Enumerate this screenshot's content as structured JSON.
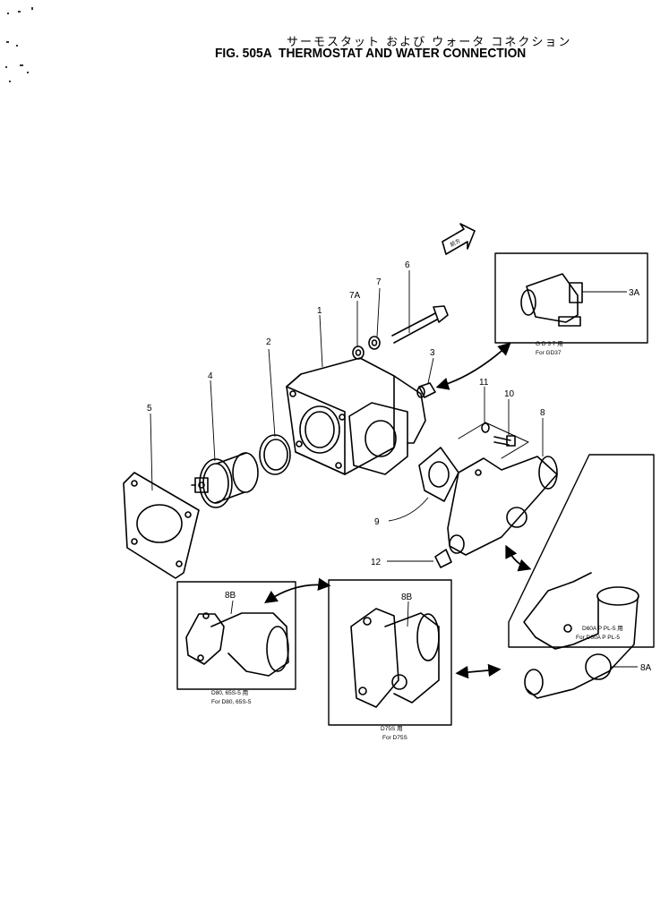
{
  "title": {
    "jp": "サーモスタット および ウォータ コネクション",
    "fig": "FIG. 505A",
    "en": "THERMOSTAT AND WATER CONNECTION"
  },
  "callouts": {
    "c1": "1",
    "c2": "2",
    "c3": "3",
    "c3a": "3A",
    "c4": "4",
    "c5": "5",
    "c6": "6",
    "c7": "7",
    "c7a": "7A",
    "c8": "8",
    "c8a": "8A",
    "c8b_left": "8B",
    "c8b_mid": "8B",
    "c9": "9",
    "c10": "10",
    "c11": "11",
    "c12": "12"
  },
  "captions": {
    "d37_jp": "G D 3 7 用",
    "d37_en": "For GD37",
    "d60_jp": "D60A P PL-5 用",
    "d60_en": "For D60A P PL-5",
    "d80_jp": "D80, 65S-5 用",
    "d80_en": "For D80, 65S-5",
    "d75_jp": "D75S 用",
    "d75_en": "For D75S"
  },
  "front_mark": "前方"
}
